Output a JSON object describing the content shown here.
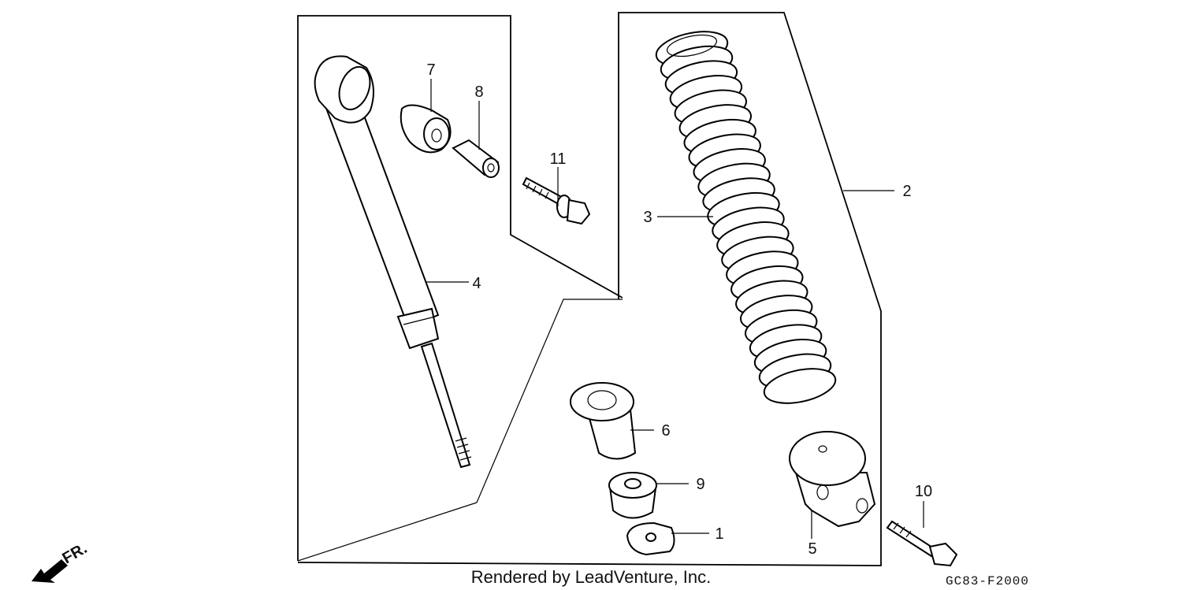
{
  "callouts": {
    "p1": "1",
    "p2": "2",
    "p3": "3",
    "p4": "4",
    "p5": "5",
    "p6": "6",
    "p7": "7",
    "p8": "8",
    "p9": "9",
    "p10": "10",
    "p11": "11"
  },
  "front_indicator": "FR.",
  "credit": "Rendered by LeadVenture, Inc.",
  "diagram_code": "GC83-F2000"
}
